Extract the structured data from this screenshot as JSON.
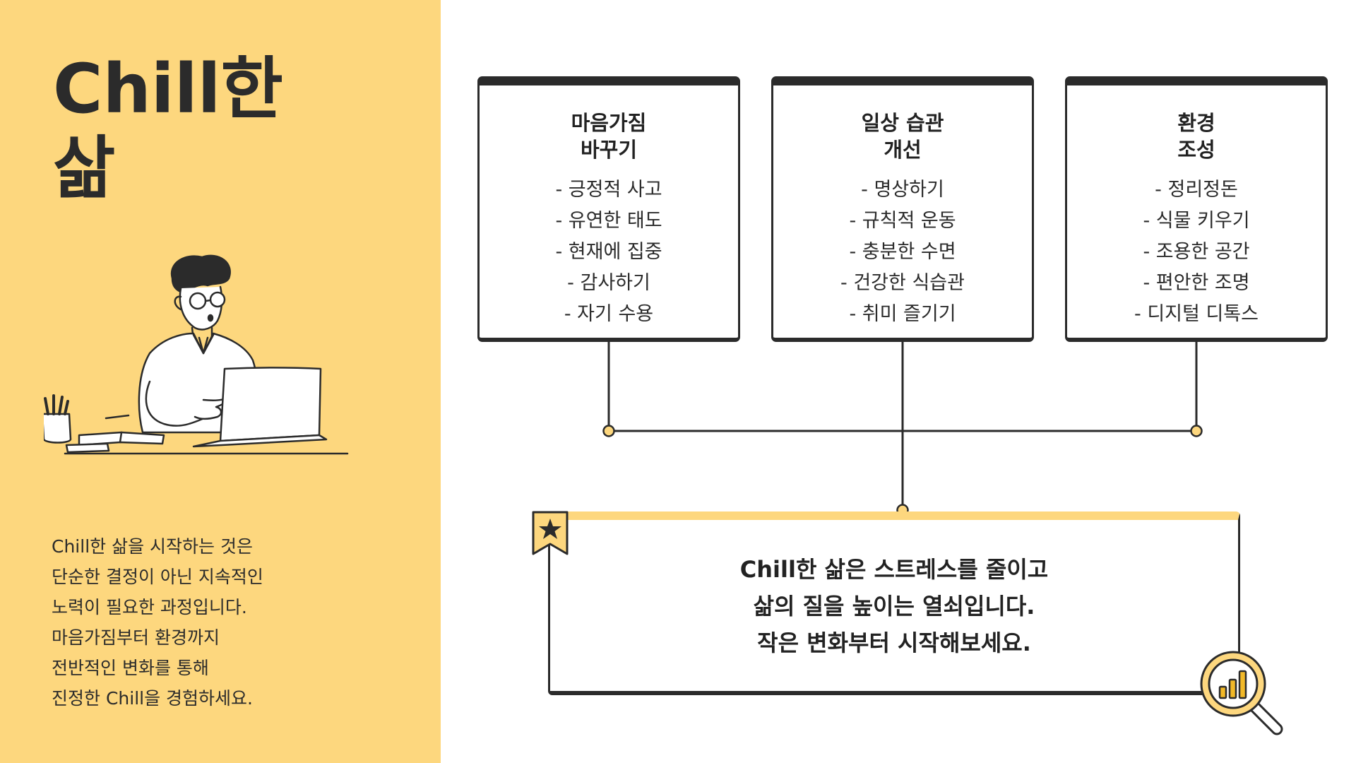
{
  "title": {
    "line1": "Chill한",
    "line2": "삶"
  },
  "description": [
    "Chill한 삶을 시작하는 것은",
    "단순한 결정이 아닌 지속적인",
    "노력이 필요한 과정입니다.",
    "마음가짐부터 환경까지",
    "전반적인 변화를 통해",
    "진정한 Chill을 경험하세요."
  ],
  "cards": [
    {
      "title": [
        "마음가짐",
        "바꾸기"
      ],
      "items": [
        "- 긍정적 사고",
        "- 유연한 태도",
        "- 현재에 집중",
        "- 감사하기",
        "- 자기 수용"
      ]
    },
    {
      "title": [
        "일상 습관",
        "개선"
      ],
      "items": [
        "- 명상하기",
        "- 규칙적 운동",
        "- 충분한 수면",
        "- 건강한 식습관",
        "- 취미 즐기기"
      ]
    },
    {
      "title": [
        "환경",
        "조성"
      ],
      "items": [
        "- 정리정돈",
        "- 식물 키우기",
        "- 조용한 공간",
        "- 편안한 조명",
        "- 디지털 디톡스"
      ]
    }
  ],
  "summary": [
    "Chill한 삶은 스트레스를 줄이고",
    "삶의 질을 높이는 열쇠입니다.",
    "작은 변화부터 시작해보세요."
  ],
  "colors": {
    "accent": "#fdd77e",
    "dark": "#2b2b2b",
    "background": "#ffffff"
  },
  "icons": {
    "bookmark": "star-bookmark-icon",
    "magnifier": "magnifier-chart-icon",
    "illustration": "man-at-laptop-illustration"
  }
}
